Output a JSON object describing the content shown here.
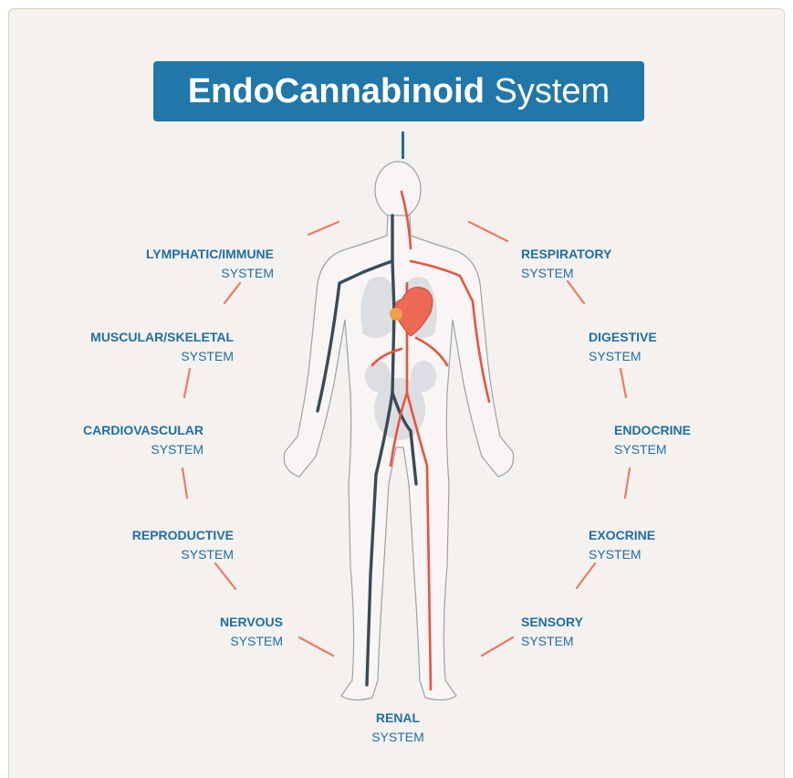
{
  "title": {
    "bold": "EndoCannabinoid",
    "regular": "System"
  },
  "systems": [
    {
      "name": "LYMPHATIC/IMMUNE",
      "suffix": "SYSTEM"
    },
    {
      "name": "MUSCULAR/SKELETAL",
      "suffix": "SYSTEM"
    },
    {
      "name": "CARDIOVASCULAR",
      "suffix": "SYSTEM"
    },
    {
      "name": "REPRODUCTIVE",
      "suffix": "SYSTEM"
    },
    {
      "name": "NERVOUS",
      "suffix": "SYSTEM"
    },
    {
      "name": "RESPIRATORY",
      "suffix": "SYSTEM"
    },
    {
      "name": "DIGESTIVE",
      "suffix": "SYSTEM"
    },
    {
      "name": "ENDOCRINE",
      "suffix": "SYSTEM"
    },
    {
      "name": "EXOCRINE",
      "suffix": "SYSTEM"
    },
    {
      "name": "SENSORY",
      "suffix": "SYSTEM"
    },
    {
      "name": "RENAL",
      "suffix": "SYSTEM"
    }
  ],
  "colors": {
    "title_bg": "#2178a8",
    "label_text": "#1f6fa3",
    "arc": "#ef7a63",
    "artery": "#e8553f",
    "vein": "#3a4a57"
  }
}
